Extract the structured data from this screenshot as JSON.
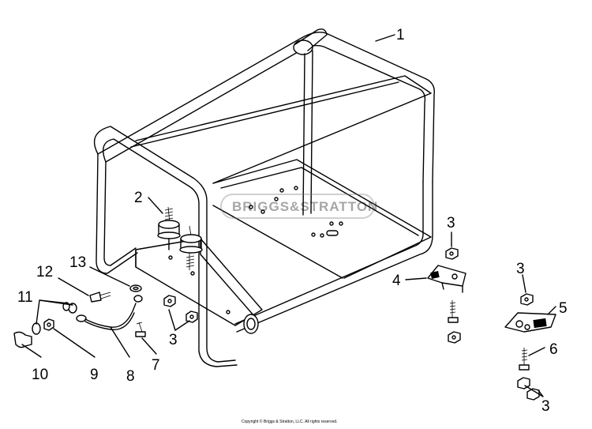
{
  "callouts": {
    "c1": "1",
    "c2": "2",
    "c3a": "3",
    "c3b": "3",
    "c3c": "3",
    "c3d": "3",
    "c4": "4",
    "c5": "5",
    "c6": "6",
    "c7": "7",
    "c8": "8",
    "c9": "9",
    "c10": "10",
    "c11": "11",
    "c12": "12",
    "c13": "13"
  },
  "watermark": "BRIGGS&STRATTON",
  "copyright": "Copyright © Briggs & Stratton, LLC. All rights reserved."
}
